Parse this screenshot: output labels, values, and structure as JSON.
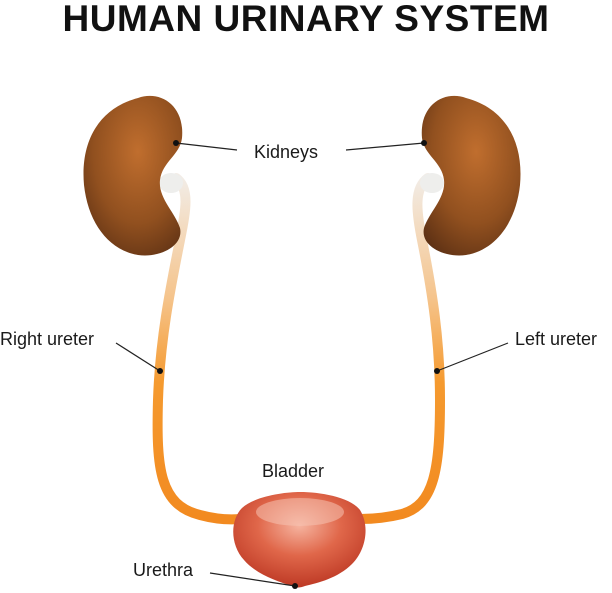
{
  "title": "HUMAN URINARY SYSTEM",
  "labels": {
    "kidneys": "Kidneys",
    "right_ureter": "Right ureter",
    "left_ureter": "Left ureter",
    "bladder": "Bladder",
    "urethra": "Urethra"
  },
  "colors": {
    "kidney": "#8a4a1e",
    "kidney_highlight": "#b7692c",
    "ureter_top": "#f3e7dc",
    "ureter_bottom": "#f59a2f",
    "bladder": "#d4492f",
    "bladder_highlight": "#f1a591",
    "leader_line": "#222222"
  },
  "icons": [
    "kidney-icon",
    "bladder-icon"
  ]
}
